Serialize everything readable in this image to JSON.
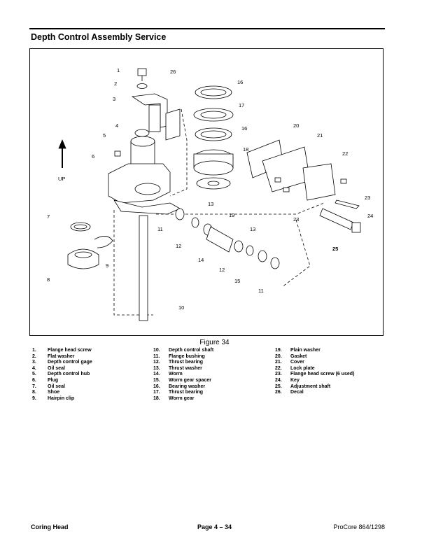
{
  "section_title": "Depth Control Assembly Service",
  "figure": {
    "caption": "Figure 34",
    "up_label": "UP",
    "callouts": [
      "1",
      "2",
      "3",
      "4",
      "5",
      "6",
      "26",
      "16",
      "17",
      "16",
      "18",
      "20",
      "21",
      "22",
      "23",
      "24",
      "23",
      "25",
      "13",
      "19",
      "13",
      "11",
      "12",
      "14",
      "12",
      "15",
      "11",
      "7",
      "9",
      "8",
      "10"
    ]
  },
  "legend": {
    "col1": [
      {
        "num": "1.",
        "label": "Flange head screw"
      },
      {
        "num": "2.",
        "label": "Flat washer"
      },
      {
        "num": "3.",
        "label": "Depth control gage"
      },
      {
        "num": "4.",
        "label": "Oil seal"
      },
      {
        "num": "5.",
        "label": "Depth control hub"
      },
      {
        "num": "6.",
        "label": "Plug"
      },
      {
        "num": "7.",
        "label": "Oil seal"
      },
      {
        "num": "8.",
        "label": "Shoe"
      },
      {
        "num": "9.",
        "label": "Hairpin clip"
      }
    ],
    "col2": [
      {
        "num": "10.",
        "label": "Depth control shaft"
      },
      {
        "num": "11.",
        "label": "Flange bushing"
      },
      {
        "num": "12.",
        "label": "Thrust bearing"
      },
      {
        "num": "13.",
        "label": "Thrust washer"
      },
      {
        "num": "14.",
        "label": "Worm"
      },
      {
        "num": "15.",
        "label": "Worm gear spacer"
      },
      {
        "num": "16.",
        "label": "Bearing washer"
      },
      {
        "num": "17.",
        "label": "Thrust bearing"
      },
      {
        "num": "18.",
        "label": "Worm gear"
      }
    ],
    "col3": [
      {
        "num": "19.",
        "label": "Plain washer"
      },
      {
        "num": "20.",
        "label": "Gasket"
      },
      {
        "num": "21.",
        "label": "Cover"
      },
      {
        "num": "22.",
        "label": "Lock plate"
      },
      {
        "num": "23.",
        "label": "Flange head screw (6 used)"
      },
      {
        "num": "24.",
        "label": "Key"
      },
      {
        "num": "25.",
        "label": "Adjustment shaft"
      },
      {
        "num": "26.",
        "label": "Decal"
      }
    ]
  },
  "footer": {
    "left": "Coring Head",
    "center": "Page 4 – 34",
    "right": "ProCore 864/1298"
  }
}
